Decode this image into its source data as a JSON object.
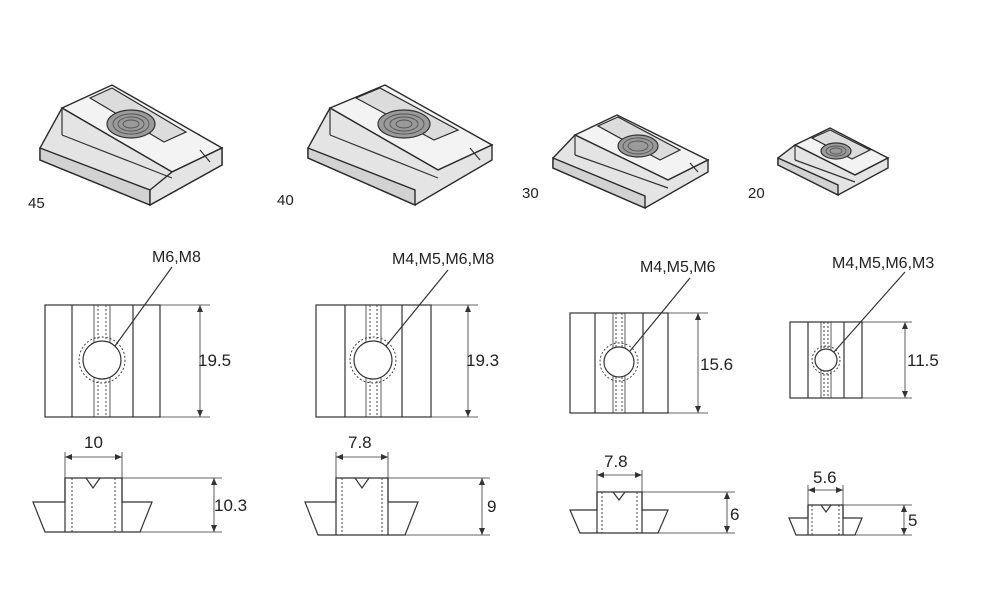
{
  "nuts": [
    {
      "size": "45",
      "threads": "M6,M8",
      "height_dim": "19.5",
      "slot_dim": "10",
      "profile_dim": "10.3"
    },
    {
      "size": "40",
      "threads": "M4,M5,M6,M8",
      "height_dim": "19.3",
      "slot_dim": "7.8",
      "profile_dim": "9"
    },
    {
      "size": "30",
      "threads": "M4,M5,M6",
      "height_dim": "15.6",
      "slot_dim": "7.8",
      "profile_dim": "6"
    },
    {
      "size": "20",
      "threads": "M4,M5,M6,M3",
      "height_dim": "11.5",
      "slot_dim": "5.6",
      "profile_dim": "5"
    }
  ]
}
